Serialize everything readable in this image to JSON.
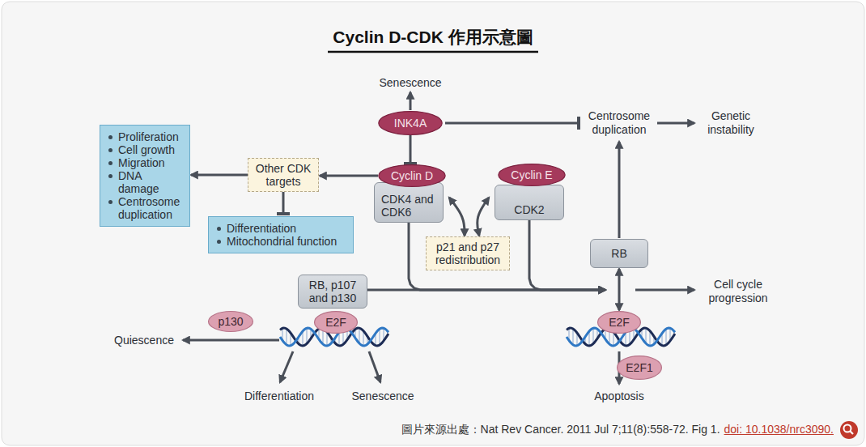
{
  "diagram": {
    "title": "Cyclin D-CDK 作用示意圖",
    "caption": "圖片來源出處：Nat Rev Cancer. 2011 Jul 7;11(8):558-72. Fig 1.",
    "nodes": [
      {
        "text": [
          "INK4A"
        ]
      },
      {
        "text": [
          "Cyclin D"
        ]
      },
      {
        "text": [
          "CDK4 and CDK6"
        ]
      },
      {
        "text": [
          "Cyclin E"
        ]
      },
      {
        "text": [
          "CDK2"
        ]
      },
      {
        "text": [
          "Other CDK targets"
        ]
      },
      {
        "text": [
          "Proliferation",
          "Cell growth",
          "Migration",
          "DNA damage",
          "Centrosome duplication"
        ]
      },
      {
        "text": [
          "Differentiation",
          "Mitochondrial function"
        ]
      },
      {
        "text": [
          "p21 and p27 redistribution"
        ]
      },
      {
        "text": [
          "RB"
        ]
      },
      {
        "text": [
          "RB, p107 and p130"
        ]
      },
      {
        "text": [
          "E2F"
        ]
      },
      {
        "text": [
          "p130"
        ]
      },
      {
        "text": [
          "E2F"
        ]
      },
      {
        "text": [
          "E2F1"
        ]
      }
    ],
    "edges": [
      {
        "from": 0,
        "to": 1,
        "arrow": "to"
      },
      {
        "from": 1,
        "to": 5,
        "arrow": "to"
      },
      {
        "from": 5,
        "to": 6,
        "arrow": "to"
      },
      {
        "from": 5,
        "to": 7,
        "arrow": "to"
      },
      {
        "from": 2,
        "to": 8,
        "arrow": "both"
      },
      {
        "from": 4,
        "to": 8,
        "arrow": "both"
      },
      {
        "from": 2,
        "to": 13,
        "arrow": "to"
      },
      {
        "from": 4,
        "to": 13,
        "arrow": "to"
      },
      {
        "from": 10,
        "to": 13,
        "arrow": "to"
      },
      {
        "from": 9,
        "to": 13,
        "arrow": "both"
      }
    ],
    "labels": [
      "Senescence",
      "Centrosome duplication",
      "Genetic instability",
      "Cell cycle progression",
      "Quiescence",
      "Differentiation",
      "Senescence",
      "Apoptosis",
      "doi: 10.1038/nrc3090."
    ]
  }
}
